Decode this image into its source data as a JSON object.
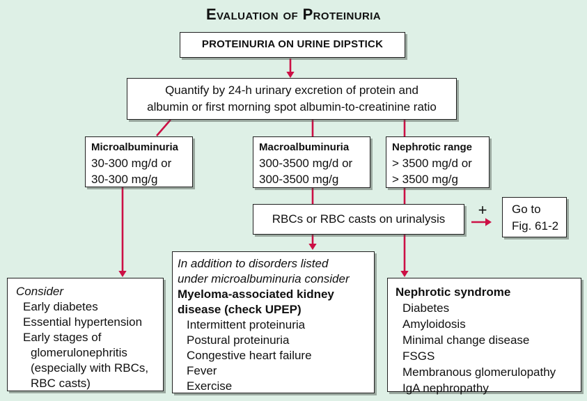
{
  "title": "Evaluation of Proteinuria",
  "colors": {
    "background": "#def0e6",
    "box_fill": "#ffffff",
    "box_border": "#1f1f1f",
    "arrow": "#cc1045",
    "text": "#101010"
  },
  "nodes": {
    "dipstick": {
      "label": "PROTEINURIA ON URINE DIPSTICK"
    },
    "quantify": {
      "line1": "Quantify by 24-h urinary excretion of protein and",
      "line2": "albumin or first morning spot albumin-to-creatinine ratio"
    },
    "microalbuminuria": {
      "title": "Microalbuminuria",
      "lines": [
        "30-300 mg/d or",
        "30-300 mg/g"
      ]
    },
    "macroalbuminuria": {
      "title": "Macroalbuminuria",
      "lines": [
        "300-3500 mg/d or",
        "300-3500 mg/g"
      ]
    },
    "nephrotic_range": {
      "title": "Nephrotic range",
      "lines": [
        "> 3500 mg/d or",
        "> 3500 mg/g"
      ]
    },
    "rbc": {
      "label": "RBCs or RBC casts on urinalysis"
    },
    "plus_sign": "+",
    "goto": {
      "line1": "Go to",
      "line2": "Fig. 61-2"
    },
    "consider": {
      "heading": "Consider",
      "items": [
        "Early diabetes",
        "Essential hypertension",
        "Early stages of"
      ],
      "sub_items": [
        "glomerulonephritis",
        "(especially with RBCs,",
        "RBC casts)"
      ]
    },
    "myeloma": {
      "note1": "In addition to disorders listed",
      "note2": "under microalbuminuria consider",
      "heading1": "Myeloma-associated kidney",
      "heading2": "disease (check UPEP)",
      "items": [
        "Intermittent proteinuria",
        "Postural proteinuria",
        "Congestive heart failure",
        "Fever",
        "Exercise"
      ]
    },
    "nephrotic_syndrome": {
      "heading": "Nephrotic syndrome",
      "items": [
        "Diabetes",
        "Amyloidosis",
        "Minimal change disease",
        "FSGS",
        "Membranous glomerulopathy",
        "IgA nephropathy"
      ]
    }
  }
}
